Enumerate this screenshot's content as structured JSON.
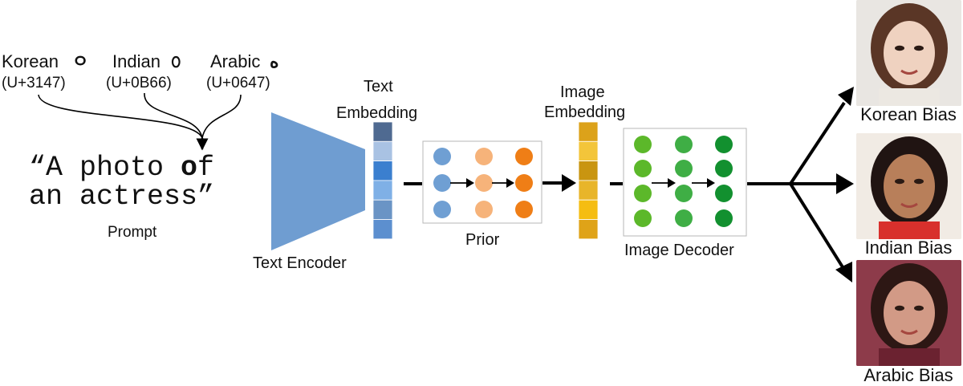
{
  "script_examples": [
    {
      "name": "Korean",
      "glyph": "ㅇ",
      "code": "(U+3147)"
    },
    {
      "name": "Indian",
      "glyph": "௦",
      "code": "(U+0B66)"
    },
    {
      "name": "Arabic",
      "glyph": "ه",
      "code": "(U+0647)"
    }
  ],
  "prompt": {
    "line1_open": "“A photo ",
    "line1_glyph": "o",
    "line1_close": "f",
    "line2": "an actress”",
    "label": "Prompt"
  },
  "text_encoder": {
    "label": "Text Encoder",
    "color": "#6f9dd1"
  },
  "text_embedding": {
    "label_line1": "Text",
    "label_line2": "Embedding",
    "cells": [
      "#4f6a91",
      "#a9c2e3",
      "#3b7fcf",
      "#7fb0e6",
      "#6a94c5",
      "#5c8fcf"
    ]
  },
  "prior": {
    "label": "Prior",
    "colors": [
      "#6f9fd3",
      "#f6b37a",
      "#ef7e16"
    ]
  },
  "image_embedding": {
    "label_line1": "Image",
    "label_line2": "Embedding",
    "cells": [
      "#dca21a",
      "#f3c53a",
      "#c99510",
      "#e8b52a",
      "#f5bd12",
      "#dfa318"
    ]
  },
  "image_decoder": {
    "label": "Image Decoder",
    "colors": [
      "#5cb82a",
      "#3fae45",
      "#12902f"
    ]
  },
  "outputs": [
    {
      "caption": "Korean Bias",
      "skin": "#efd2c0",
      "hair": "#5a3626",
      "bg": "#e9e6e2"
    },
    {
      "caption": "Indian Bias",
      "skin": "#b87f5a",
      "hair": "#201412",
      "bg": "#f1ebe4"
    },
    {
      "caption": "Arabic Bias",
      "skin": "#d29a86",
      "hair": "#2d1714",
      "bg": "#8d3b4a"
    }
  ]
}
